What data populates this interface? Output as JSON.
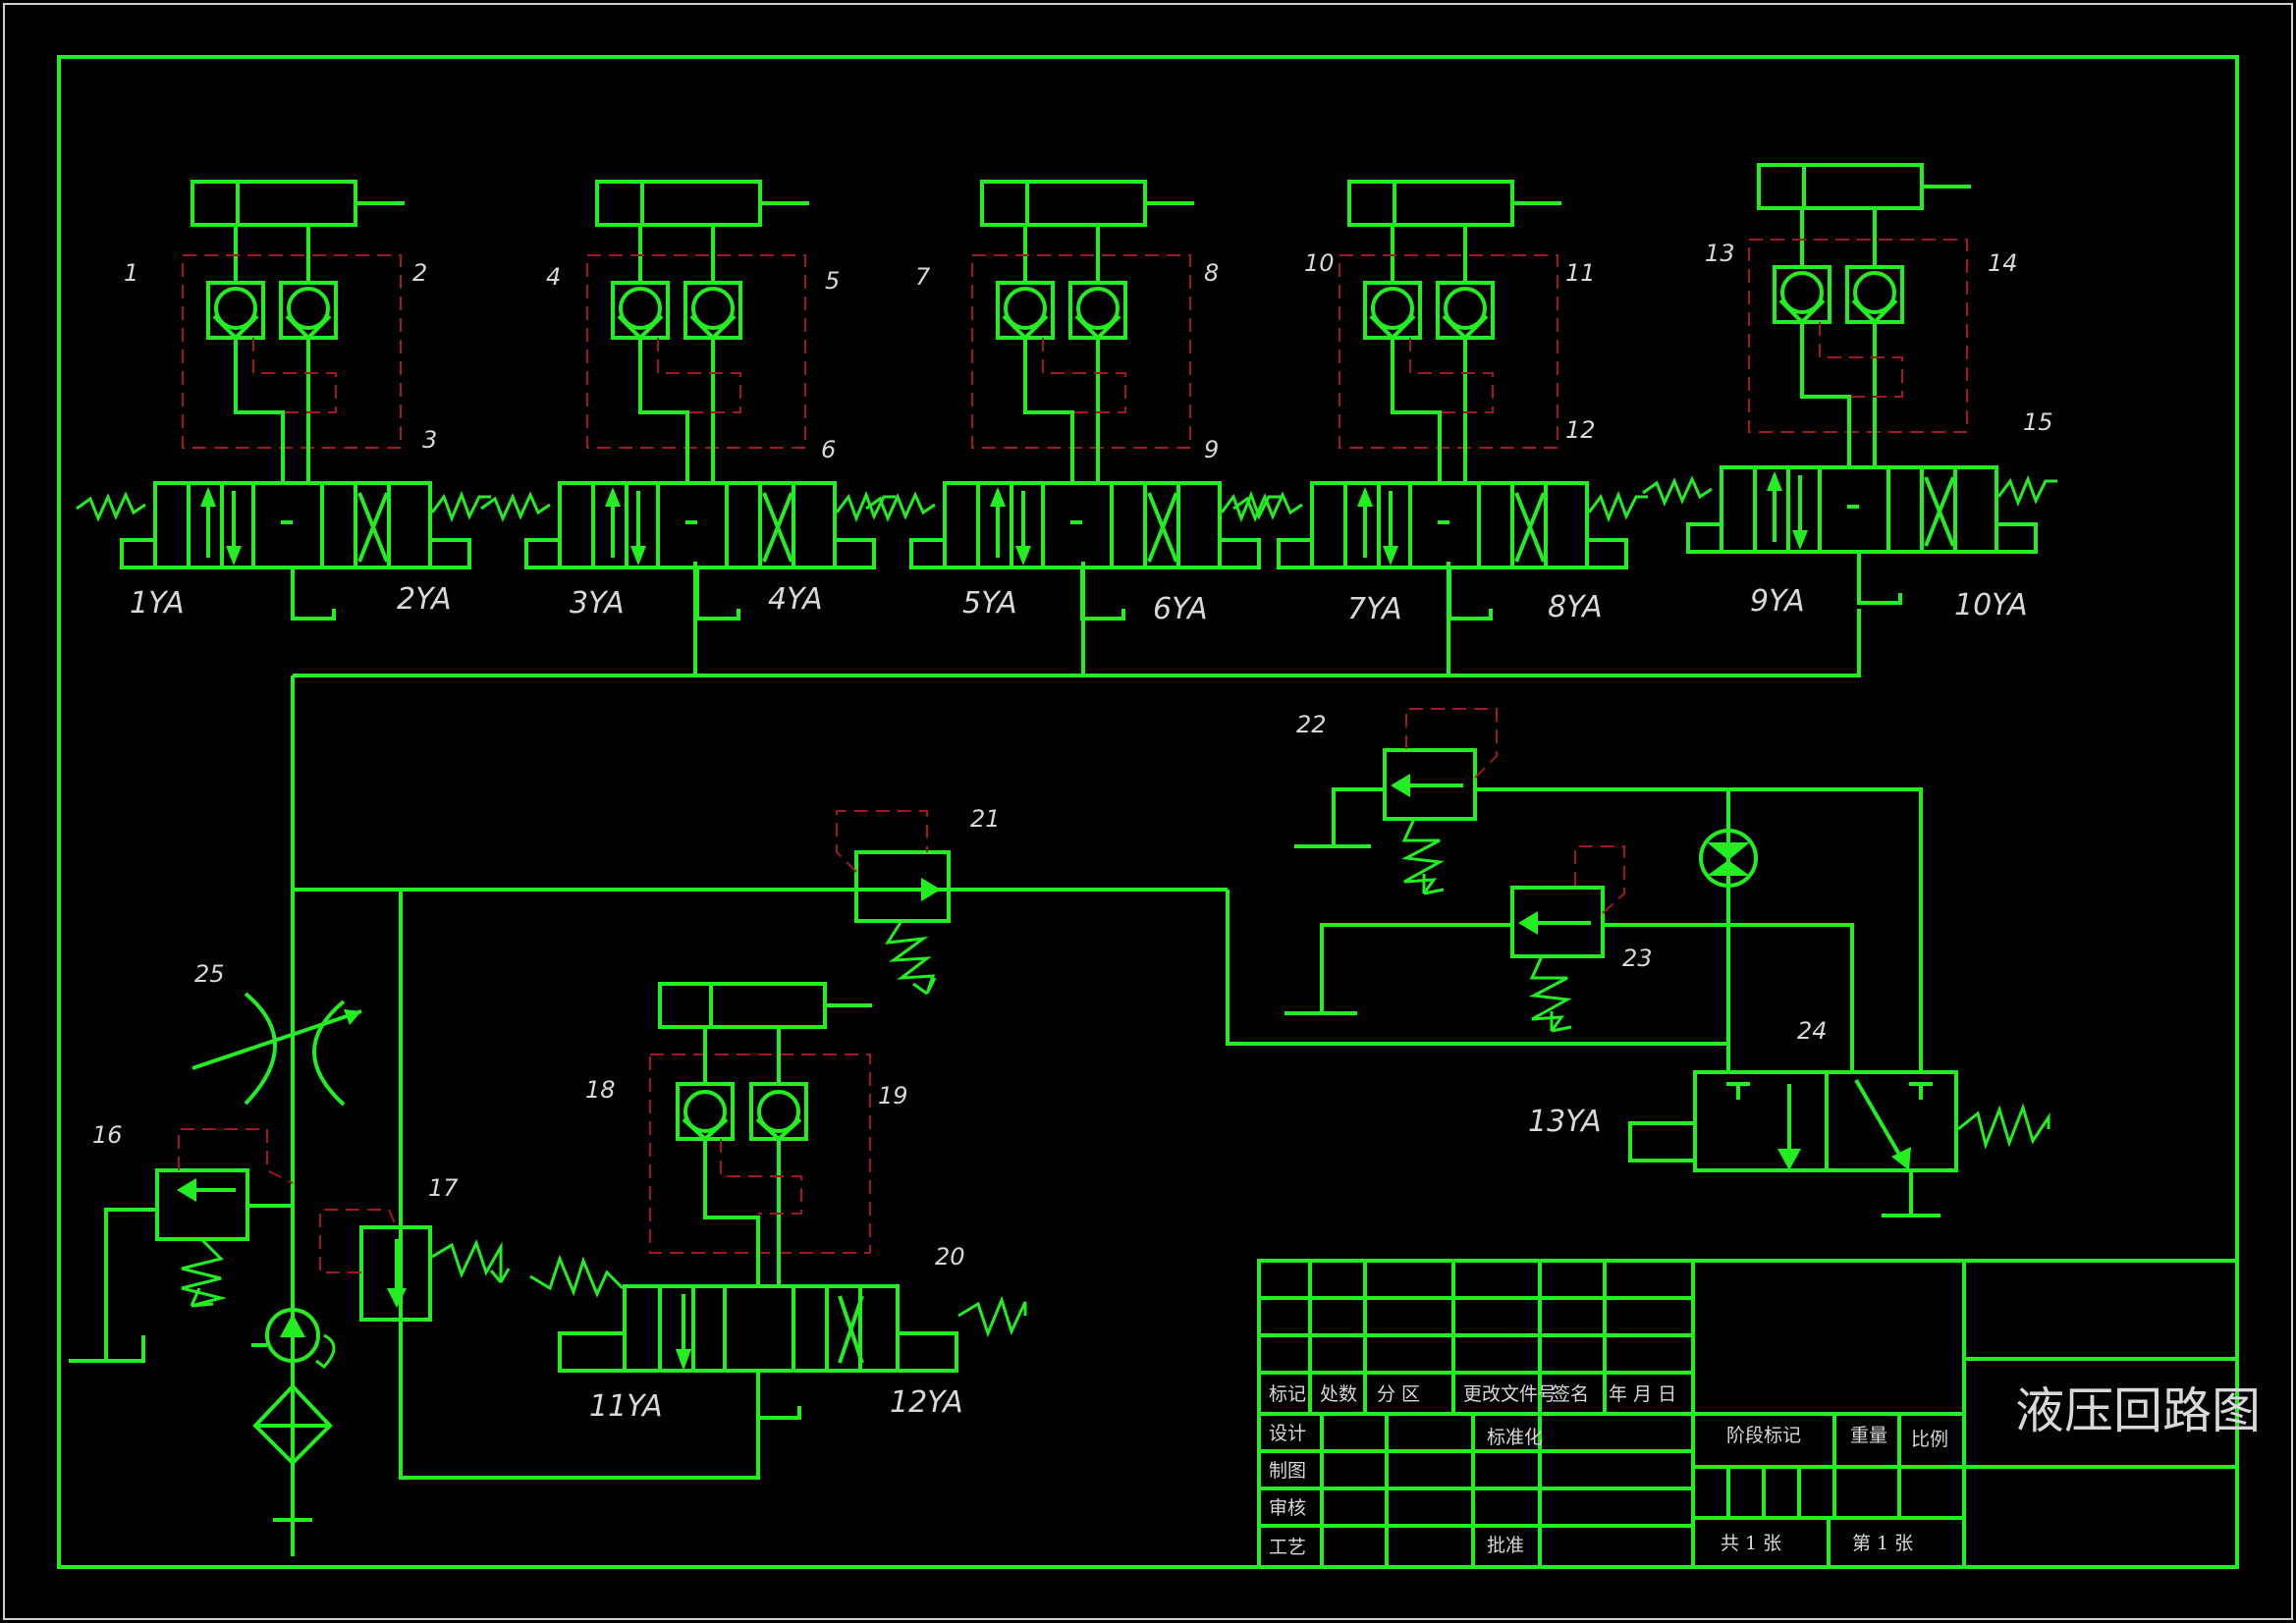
{
  "drawing": {
    "title": "液压回路图",
    "component_labels": [
      "1",
      "2",
      "3",
      "4",
      "5",
      "6",
      "7",
      "8",
      "9",
      "10",
      "11",
      "12",
      "13",
      "14",
      "15",
      "16",
      "17",
      "18",
      "19",
      "20",
      "21",
      "22",
      "23",
      "24",
      "25"
    ],
    "solenoid_labels": [
      "1YA",
      "2YA",
      "3YA",
      "4YA",
      "5YA",
      "6YA",
      "7YA",
      "8YA",
      "9YA",
      "10YA",
      "11YA",
      "12YA",
      "13YA"
    ]
  },
  "title_block": {
    "header_row": [
      "标记",
      "处数",
      "分  区",
      "更改文件号",
      "签名",
      "年  月  日"
    ],
    "roles": [
      "设计",
      "制图",
      "审核",
      "工艺"
    ],
    "standardization": "标准化",
    "approve": "批准",
    "stage_mark": "阶段标记",
    "weight": "重量",
    "scale": "比例",
    "total_sheets": "共  1  张",
    "sheet_no": "第  1  张"
  }
}
